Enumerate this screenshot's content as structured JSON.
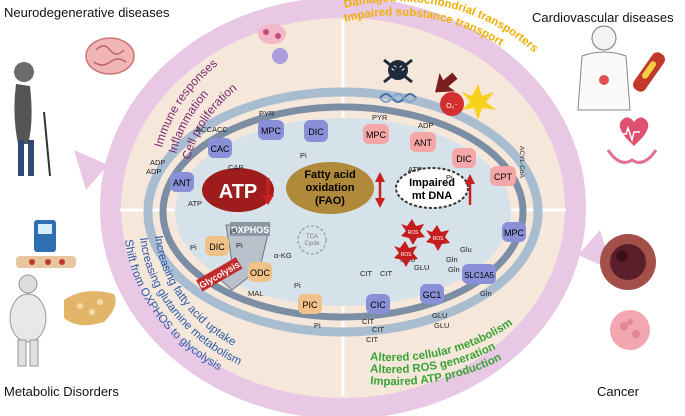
{
  "corners": {
    "top_left": "Neurodegenerative diseases",
    "top_right": "Cardiovascular diseases",
    "bottom_left": "Metabolic Disorders",
    "bottom_right": "Cancer"
  },
  "arc_text": {
    "q1": [
      "Immune responses",
      "Inflammation",
      "Cell proliferation"
    ],
    "q2": [
      "Damaged mitochondrial transporters",
      "Impaired substance transport"
    ],
    "q3": [
      "Shift from OXPHOS to glycolysis",
      "Increasing glutamine metabolism",
      "Increasing fatty acid uptake"
    ],
    "q4": [
      "Impaired ATP production",
      "Altered ROS generation",
      "Altered cellular metabolism"
    ]
  },
  "colors": {
    "q1_text": "#7a2a6e",
    "q2_text": "#f0b000",
    "q3_text": "#2a5aa8",
    "q4_text": "#3aa335",
    "arc": "#e9c8e6",
    "ellipse": "#f6e7db",
    "membrane_outer": "#a9bdd0",
    "membrane_inner": "#7c8ea3",
    "atp": "#9e1c1c",
    "fao": "#b08a3a",
    "transporter": "#8a90d8",
    "down_arrow": "#c91f1f"
  },
  "center": {
    "atp": "ATP",
    "fao": [
      "Fatty acid",
      "oxidation",
      "(FAO)"
    ],
    "impaired_dna": [
      "Impaired",
      "mt DNA"
    ],
    "oxphos": "OXPHOS",
    "glycolysis": "Glycolysis",
    "tca": [
      "TCA",
      "Cycle"
    ]
  },
  "transporters": {
    "cac": "CAC",
    "mpc": "MPC",
    "dic": "DIC",
    "ant": "ANT",
    "cpt": "CPT",
    "odc": "ODC",
    "pic": "PIC",
    "cic": "CIC",
    "gc1": "GC1",
    "slc1a5": "SLC1A5"
  },
  "labels": {
    "acc": "ACC",
    "pyr": "PYR",
    "adp": "ADP",
    "atp": "ATP",
    "car": "CAR",
    "pi": "Pi",
    "acylcoa": "ACYL-CoA",
    "akg": "α-KG",
    "mal": "MAL",
    "cit": "CIT",
    "glu": "GLU",
    "gln": "Gln",
    "glu2": "Glu",
    "ros": "ROS",
    "o2": "O₂⁻"
  }
}
